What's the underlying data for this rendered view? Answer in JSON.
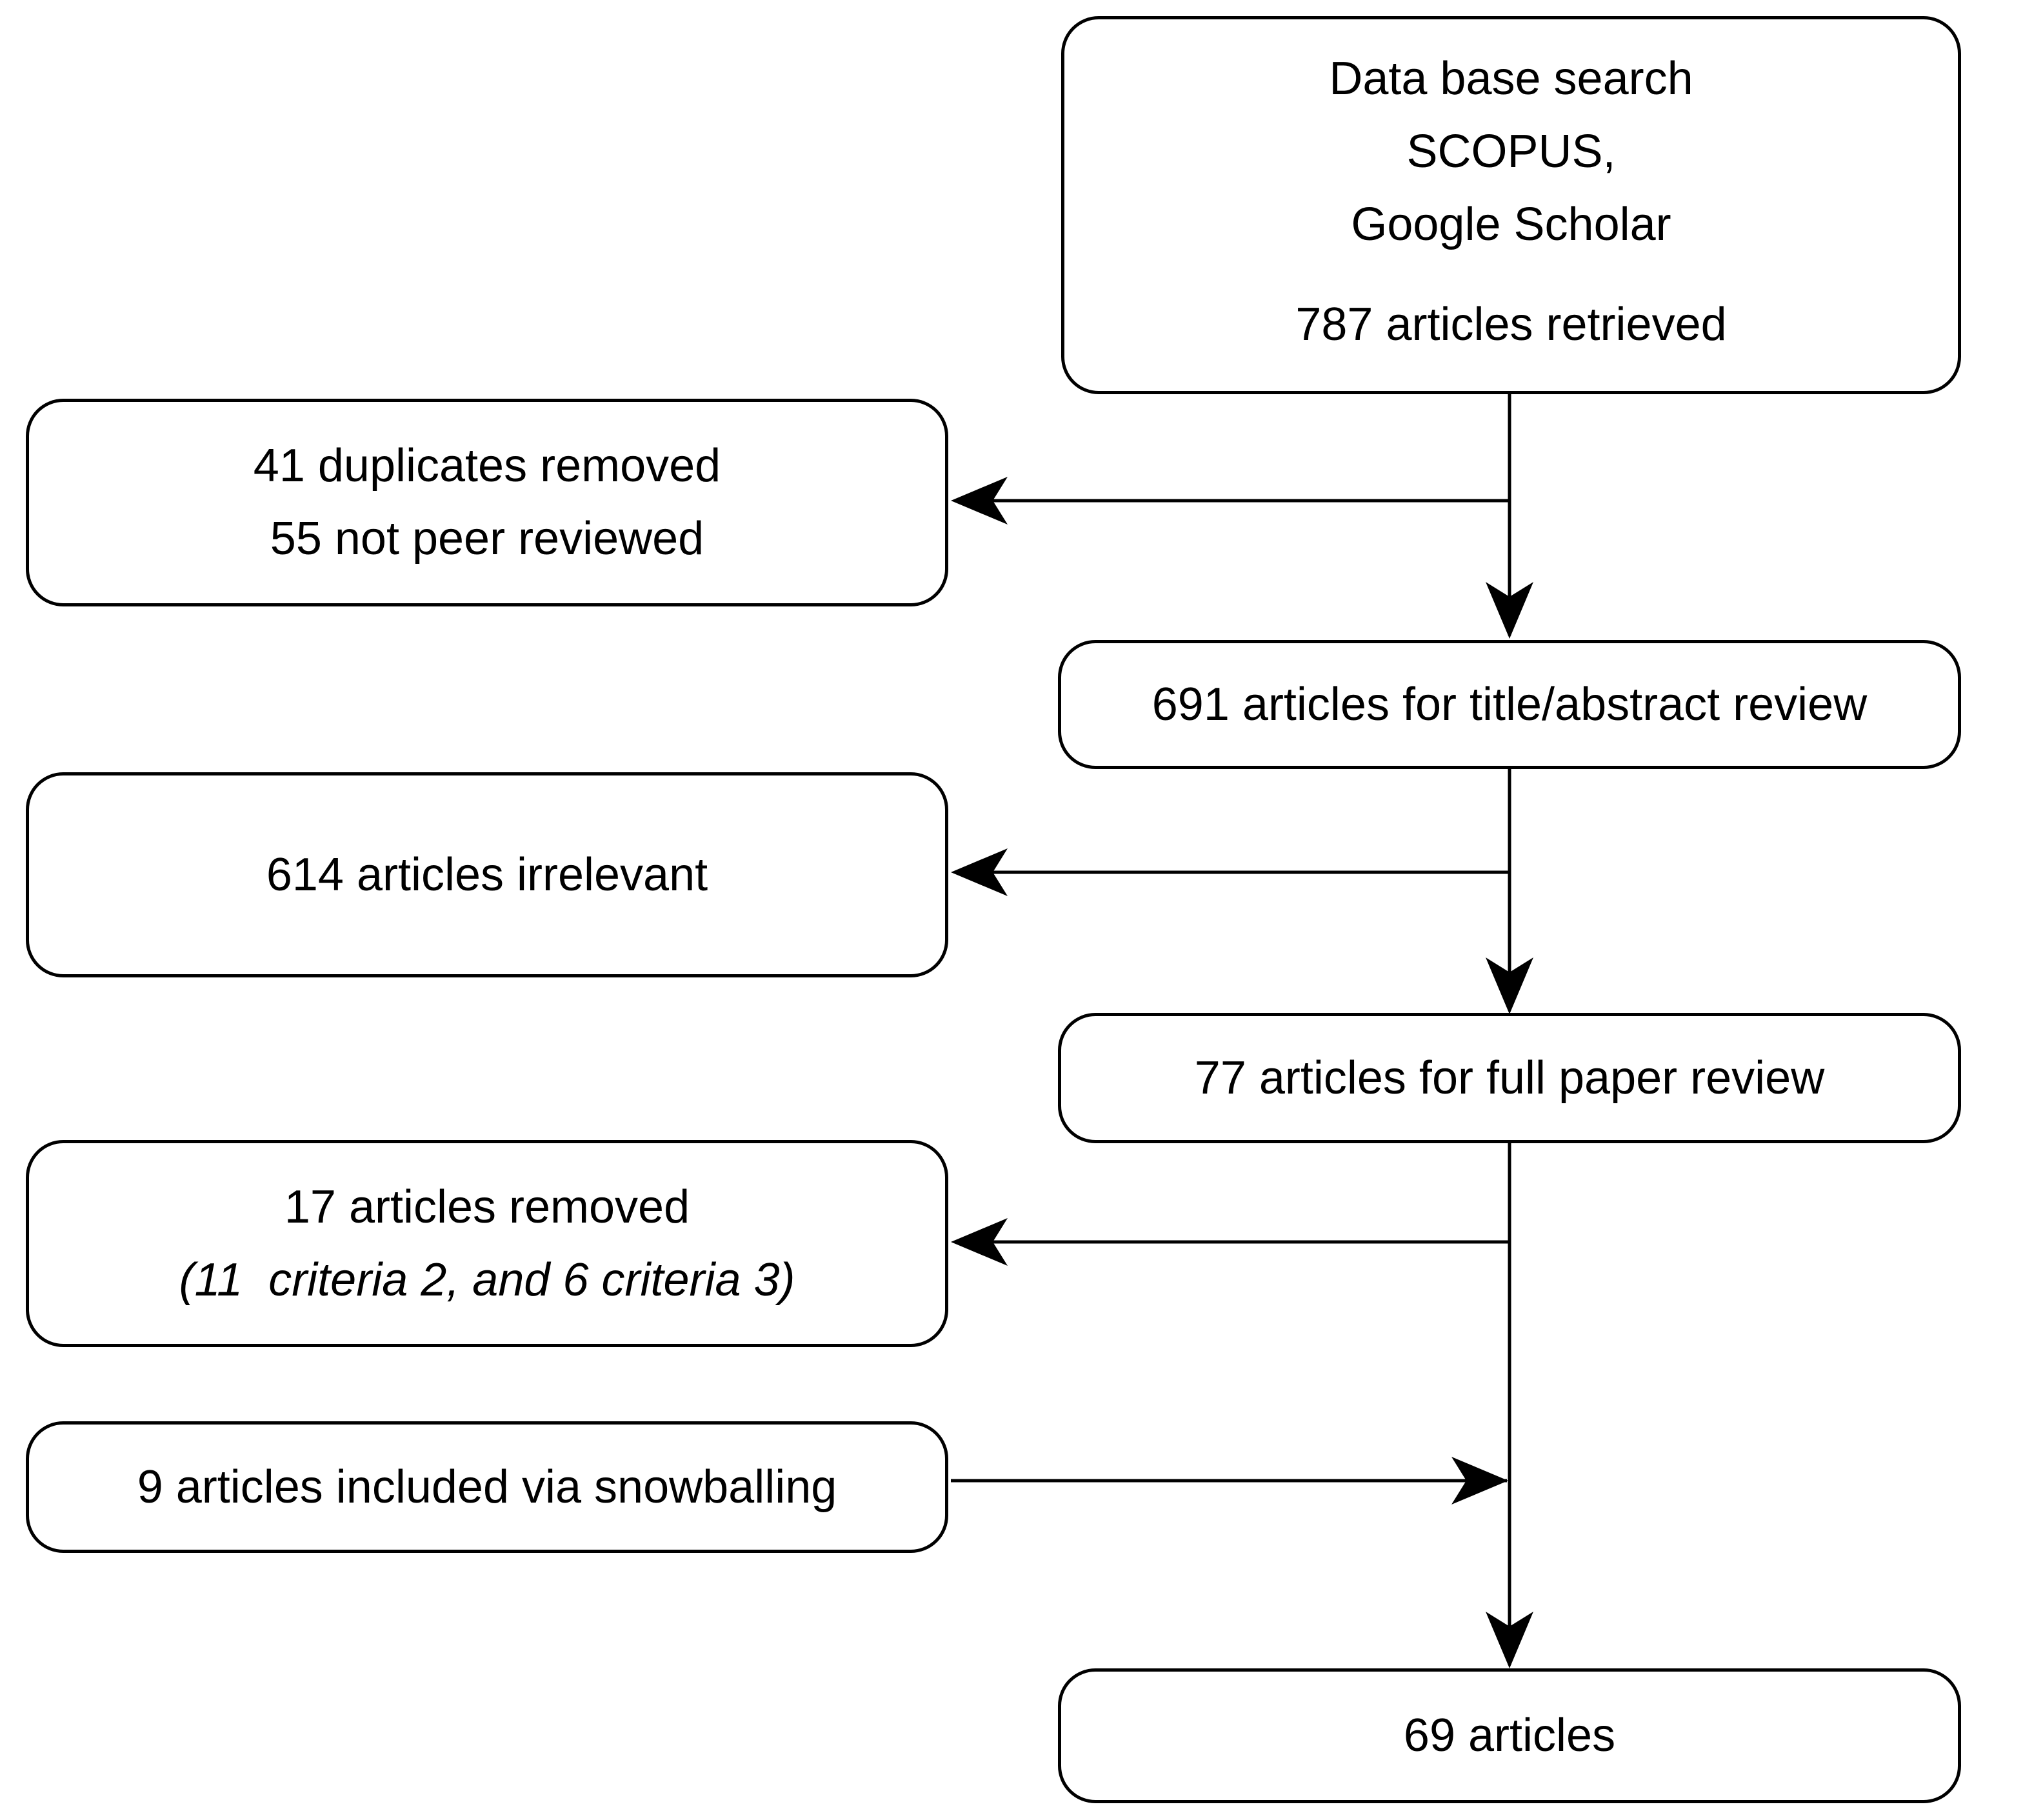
{
  "colors": {
    "ink": "#000000",
    "paper": "#ffffff"
  },
  "flowchart": {
    "database_search": {
      "line1": "Data base search",
      "line2": "SCOPUS,",
      "line3": "Google Scholar",
      "result": "787 articles retrieved"
    },
    "exclusion_1": {
      "line1": "41 duplicates removed",
      "line2": "55 not peer reviewed"
    },
    "title_abstract_review": {
      "line1": "691 articles for title/abstract review"
    },
    "exclusion_2": {
      "line1": "614 articles irrelevant"
    },
    "full_paper_review": {
      "line1": "77 articles for full paper review"
    },
    "exclusion_3": {
      "line1": "17 articles removed",
      "line2": "(11  criteria 2, and 6 criteria 3)"
    },
    "snowballing": {
      "line1": "9 articles included via snowballing"
    },
    "final": {
      "line1": "69 articles"
    }
  }
}
